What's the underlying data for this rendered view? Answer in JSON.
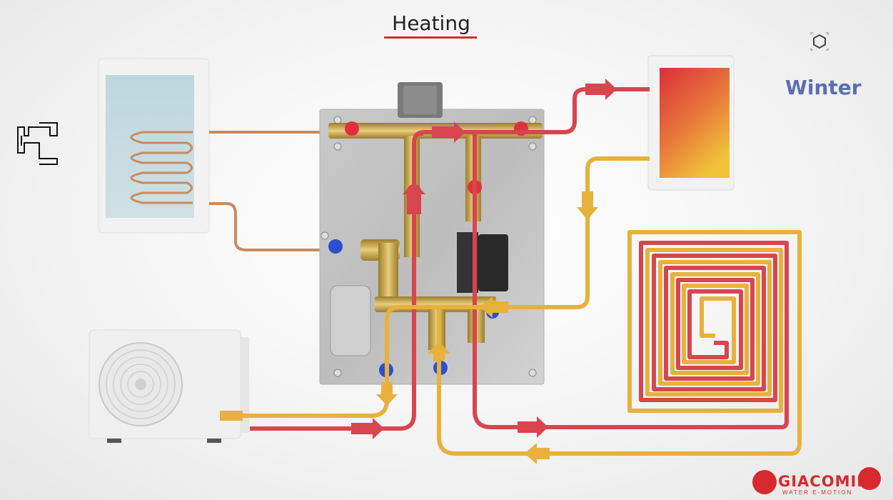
{
  "header": {
    "title": "Heating"
  },
  "mode": {
    "label": "Winter"
  },
  "brand": {
    "name": "GIACOMINI",
    "tagline": "WATER E-MOTION"
  },
  "icons": {
    "settings": "settings-icon",
    "faucet": "faucet-icon",
    "fan": "fan-icon"
  },
  "colors": {
    "accent": "#d8292f",
    "hot_pipe": "#d8454f",
    "cold_pipe": "#e8b13c",
    "copper": "#c98a5e",
    "season_text": "#5a6fb0",
    "valve_blue": "#2a4fd0",
    "valve_red": "#e03040"
  }
}
